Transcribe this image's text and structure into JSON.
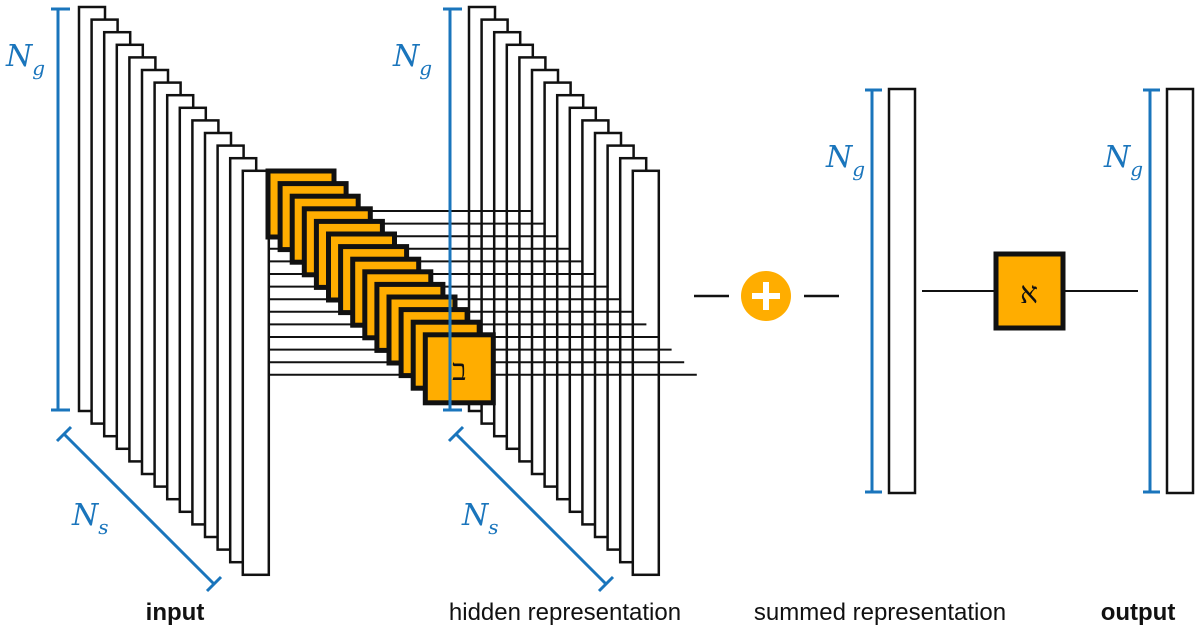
{
  "colors": {
    "dimension_blue": "#1a75bc",
    "module_orange": "#ffad00",
    "outline": "#111111",
    "background": "#ffffff"
  },
  "stacks": {
    "input_count": 14,
    "hidden_count": 14,
    "module_count": 14
  },
  "dimension_labels": {
    "genes": {
      "base": "N",
      "sub": "g"
    },
    "samples": {
      "base": "N",
      "sub": "s"
    }
  },
  "modules": {
    "per_sample": {
      "symbol": "ב",
      "name": "bet"
    },
    "output": {
      "symbol": "א",
      "name": "aleph"
    }
  },
  "operators": {
    "sum": {
      "symbol": "+",
      "icon": "plus-circle-icon"
    }
  },
  "captions": {
    "input": "input",
    "hidden": "hidden representation",
    "summed": "summed representation",
    "output": "output"
  }
}
